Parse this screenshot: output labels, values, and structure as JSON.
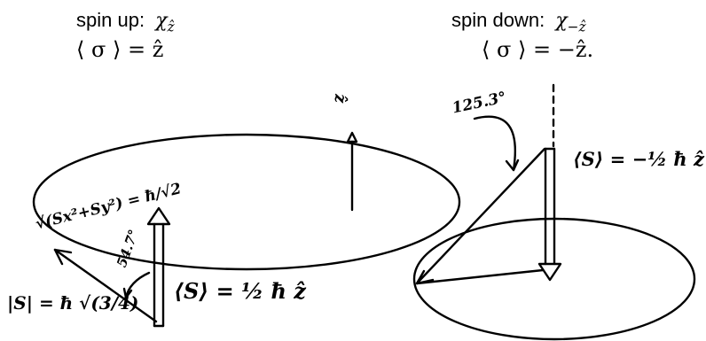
{
  "left": {
    "caption": "spin up:",
    "chi": "χ",
    "chi_sub": "ẑ",
    "expectation_eq": "⟨ σ ⟩ = ẑ",
    "handwritten": {
      "perp_component": "√(Sx²+Sy²) = ħ/√2",
      "magnitude": "|S| = ħ √(3/4)",
      "angle": "54.7°",
      "spin_vector": "⟨S⟩ = ½ ħ ẑ"
    }
  },
  "right": {
    "caption": "spin down:",
    "chi": "χ",
    "chi_sub": "−ẑ",
    "expectation_eq": "⟨ σ ⟩ = −ẑ.",
    "handwritten": {
      "angle": "125.3°",
      "spin_vector": "⟨S⟩ = −½ ħ ẑ"
    }
  },
  "axis_label": "ẑ",
  "colors": {
    "ink": "#000000",
    "background": "#ffffff"
  }
}
